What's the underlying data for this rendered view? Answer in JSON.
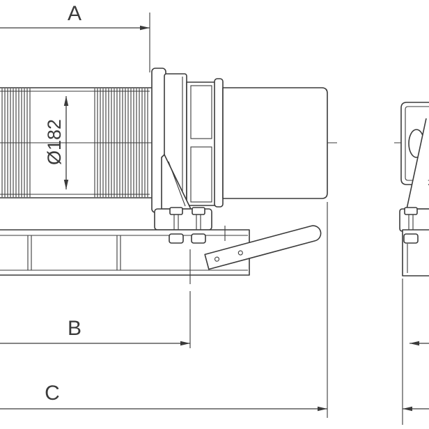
{
  "labels": {
    "dim_a": "A",
    "dim_b": "B",
    "dim_c": "C",
    "drum_diameter": "Ø182"
  },
  "colors": {
    "line": "#3a3a3a",
    "background": "#ffffff"
  }
}
